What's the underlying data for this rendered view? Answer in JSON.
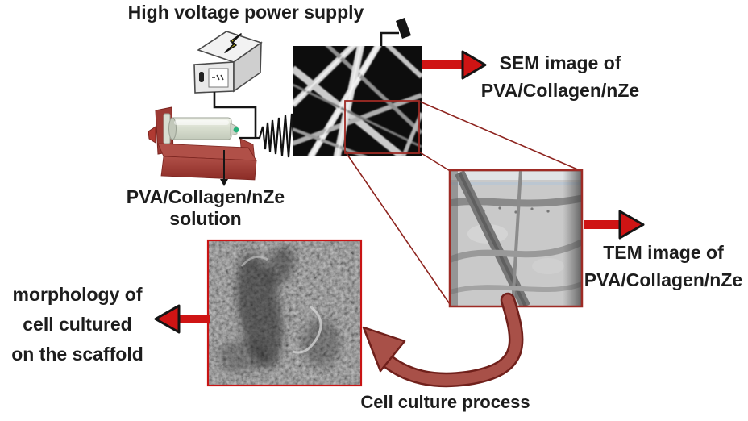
{
  "figure": {
    "title": "High voltage power supply",
    "solution_label": "PVA/Collagen/nZe solution",
    "sem_label": {
      "line1": "SEM image of",
      "line2": "PVA/Collagen/nZe"
    },
    "tem_label": {
      "line1": "TEM image of",
      "line2": "PVA/Collagen/nZe"
    },
    "cell_culture_label": "Cell culture process",
    "morphology_label": {
      "line1": "morphology of",
      "line2": "cell cultured",
      "line3": "on the scaffold"
    }
  },
  "icons": {
    "power_supply": "high-voltage-power-supply-box",
    "lightning_bolt": "lightning-bolt-icon",
    "syringe_pump": "syringe-pump",
    "syringe": "syringe-with-needle",
    "jet": "electrospinning-whipping-jet-zigzag",
    "ground": "ground-electrode-symbol",
    "sem_micrograph": "sem-nanofiber-micrograph",
    "tem_micrograph": "tem-nanofiber-micrograph",
    "cell_micrograph": "cell-on-scaffold-micrograph",
    "magnified_region": "magnification-callout-box"
  },
  "colors": {
    "background": "#ffffff",
    "text": "#1d1d1d",
    "arrow_red": "#cf1414",
    "arrow_head_outline": "#141414",
    "callout_line_red": "#8e241f",
    "curved_arrow_fill": "#a85048",
    "curved_arrow_outline": "#70201b",
    "pump_red": "#9c3a34",
    "bolt_yellow": "#f2e422",
    "sem_background": "#0d0d0d",
    "tem_background": "#c9c9c9"
  }
}
